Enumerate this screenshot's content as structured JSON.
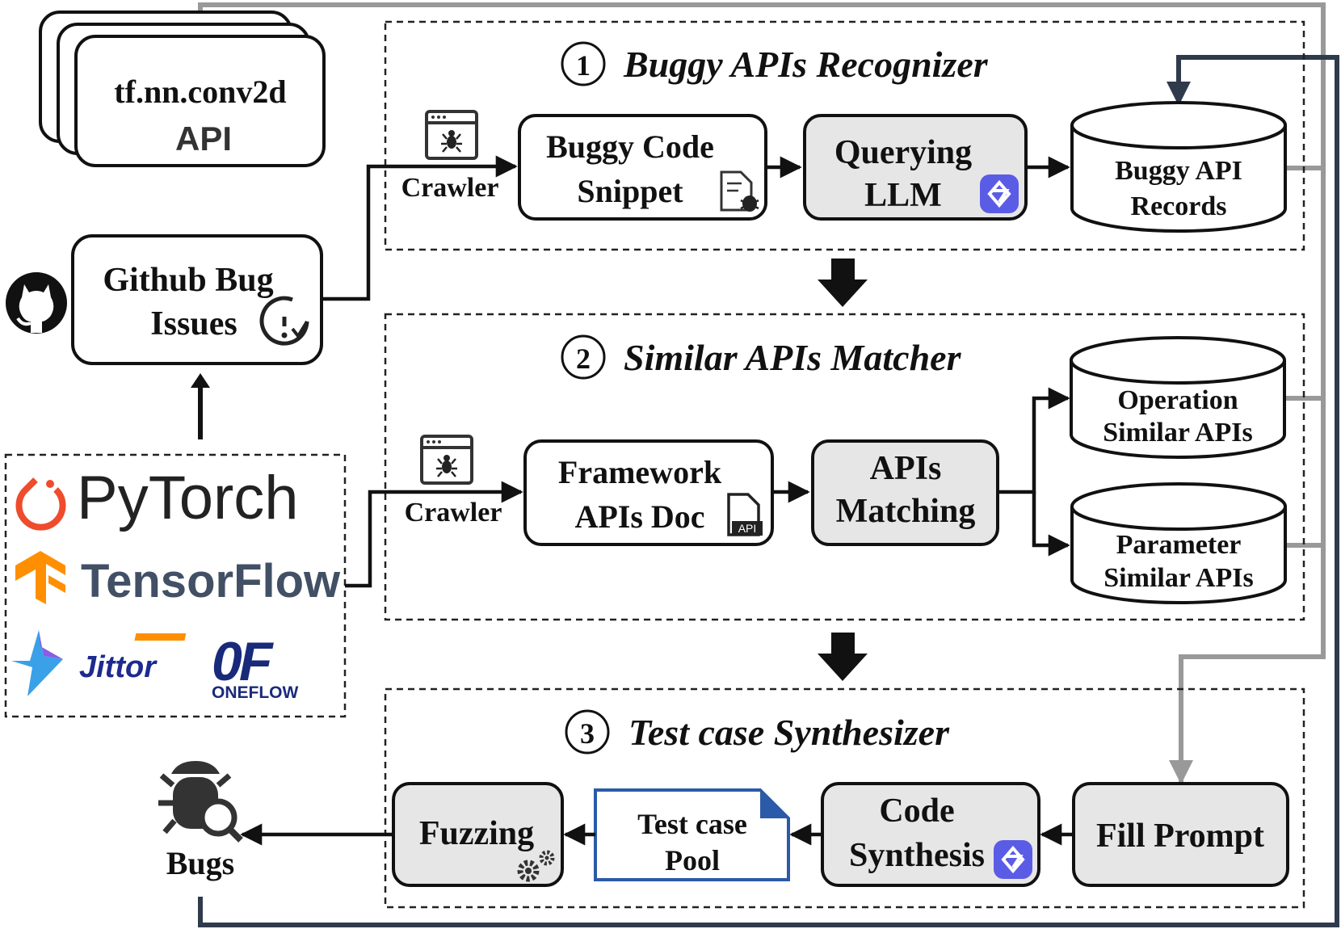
{
  "api_cards": {
    "line1": "tf.nn.conv2d",
    "line2": "API"
  },
  "github": {
    "line1": "Github Bug",
    "line2": "Issues"
  },
  "frameworks": {
    "pytorch": "PyTorch",
    "tensorflow": "TensorFlow",
    "jittor": "Jittor",
    "oneflow_mark": "0F",
    "oneflow": "ONEFLOW",
    "brand_colors": {
      "pytorch": "#ee4c2c",
      "tensorflow": "#ff8f00",
      "tensorflow_text": "#425066",
      "jittor": "#1d2a8f",
      "oneflow": "#1a2a7a"
    }
  },
  "stage1": {
    "number": "1",
    "title": "Buggy APIs Recognizer",
    "crawler": "Crawler",
    "box_a": {
      "line1": "Buggy Code",
      "line2": "Snippet"
    },
    "box_b": {
      "line1": "Querying",
      "line2": "LLM"
    },
    "db": {
      "line1": "Buggy API",
      "line2": "Records"
    }
  },
  "stage2": {
    "number": "2",
    "title": "Similar APIs Matcher",
    "crawler": "Crawler",
    "box_a": {
      "line1": "Framework",
      "line2": "APIs Doc",
      "badge": "API"
    },
    "box_b": {
      "line1": "APIs",
      "line2": "Matching"
    },
    "db_top": {
      "line1": "Operation",
      "line2": "Similar APIs"
    },
    "db_bottom": {
      "line1": "Parameter",
      "line2": "Similar APIs"
    }
  },
  "stage3": {
    "number": "3",
    "title": "Test case Synthesizer",
    "fill_prompt": "Fill Prompt",
    "code_synthesis": {
      "line1": "Code",
      "line2": "Synthesis"
    },
    "pool": {
      "line1": "Test case",
      "line2": "Pool"
    },
    "fuzzing": "Fuzzing"
  },
  "bugs": "Bugs",
  "icons": [
    "browser-spider-icon",
    "bug-document-icon",
    "llm-logo-icon",
    "api-file-icon",
    "github-icon",
    "issue-icon",
    "gear-icon",
    "bug-search-icon"
  ],
  "colors": {
    "box_fill": "#e6e6e6",
    "gray_line": "#999999",
    "dark_line": "#2f3b4c",
    "pool_border": "#2b5aa8",
    "llm_logo": "#5b5ce6"
  }
}
